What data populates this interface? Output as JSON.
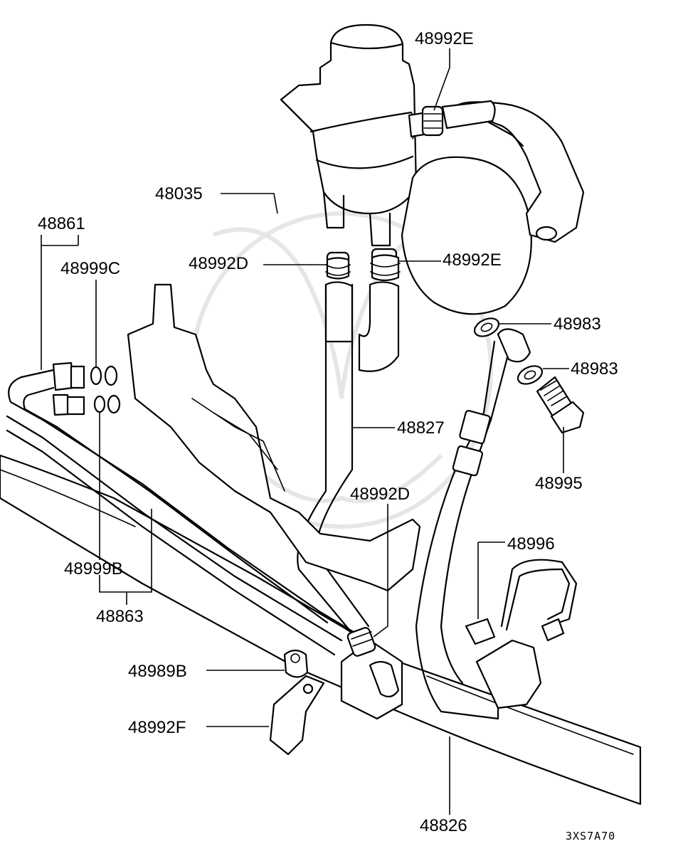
{
  "diagram": {
    "labels": {
      "reservoir_cap_clamp": "48992E",
      "reservoir_tank": "48035",
      "pressure_hose_set": "48861",
      "oring_c": "48999C",
      "return_hose_clamp_upper": "48992D",
      "pump_inlet_clamp": "48992E",
      "gasket_pump": "48983",
      "gasket_bolt": "48983",
      "suction_hose": "48827",
      "eye_bolt": "48995",
      "return_hose_clamp_lower": "48992D",
      "union_fitting": "48996",
      "oring_b": "48999B",
      "return_tube_set": "48863",
      "bracket_bolt": "48989B",
      "hose_clamp_bracket": "48992F",
      "pressure_hose": "48826"
    },
    "drawing_code": "3XS7A70"
  }
}
